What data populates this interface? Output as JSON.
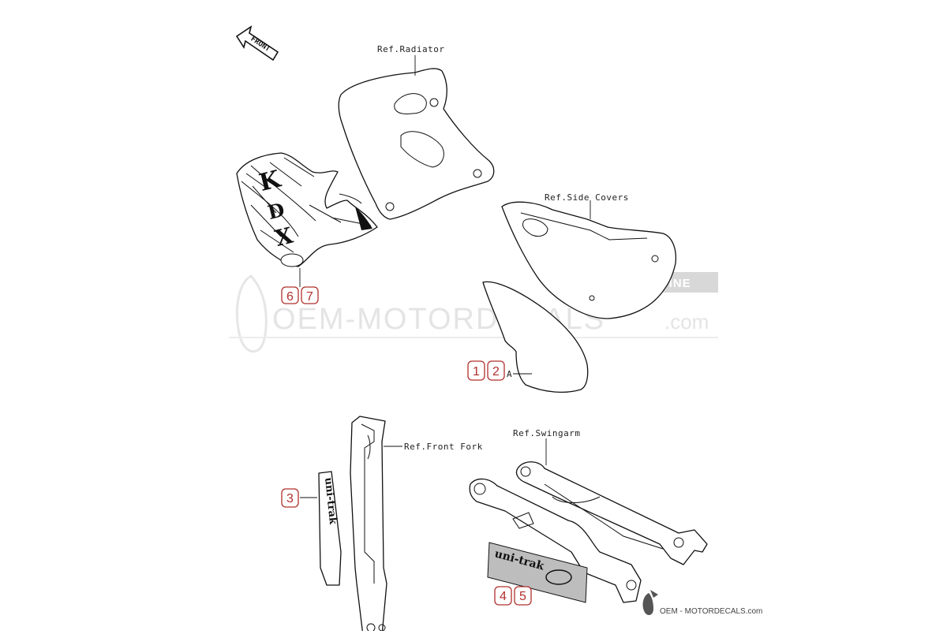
{
  "front_arrow": {
    "label": "FRONT"
  },
  "references": {
    "radiator": "Ref.Radiator",
    "side_covers": "Ref.Side Covers",
    "front_fork": "Ref.Front Fork",
    "swingarm": "Ref.Swingarm"
  },
  "side_cover_marker": "A",
  "callouts": [
    "1",
    "2",
    "3",
    "4",
    "5",
    "6",
    "7"
  ],
  "watermark": {
    "text": "OEM-MOTORDECALS",
    "suffix": ".com",
    "badge": "GENUINE"
  },
  "logo": {
    "text": "OEM - MOTORDECALS.com"
  },
  "colors": {
    "callout": "#b0302c",
    "watermark": "#e4e4e4",
    "line": "#111111"
  }
}
